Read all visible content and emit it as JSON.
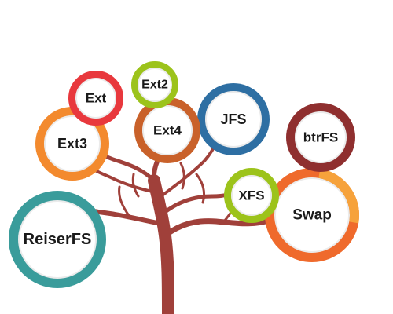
{
  "diagram": {
    "nodes": [
      {
        "id": "reiserfs",
        "label": "ReiserFS",
        "color": "#3a9c9b"
      },
      {
        "id": "swap",
        "label": "Swap",
        "color": "#ef6a2c",
        "accent": "#f6a23b"
      },
      {
        "id": "ext3",
        "label": "Ext3",
        "color": "#f38a2e"
      },
      {
        "id": "ext4",
        "label": "Ext4",
        "color": "#c9612a"
      },
      {
        "id": "jfs",
        "label": "JFS",
        "color": "#2e6fa3"
      },
      {
        "id": "btrfs",
        "label": "btrFS",
        "color": "#8f2f2f"
      },
      {
        "id": "ext",
        "label": "Ext",
        "color": "#e8383d"
      },
      {
        "id": "ext2",
        "label": "Ext2",
        "color": "#9cc31b"
      },
      {
        "id": "xfs",
        "label": "XFS",
        "color": "#9cc31b"
      }
    ],
    "trunk_color": "#a0403a"
  }
}
